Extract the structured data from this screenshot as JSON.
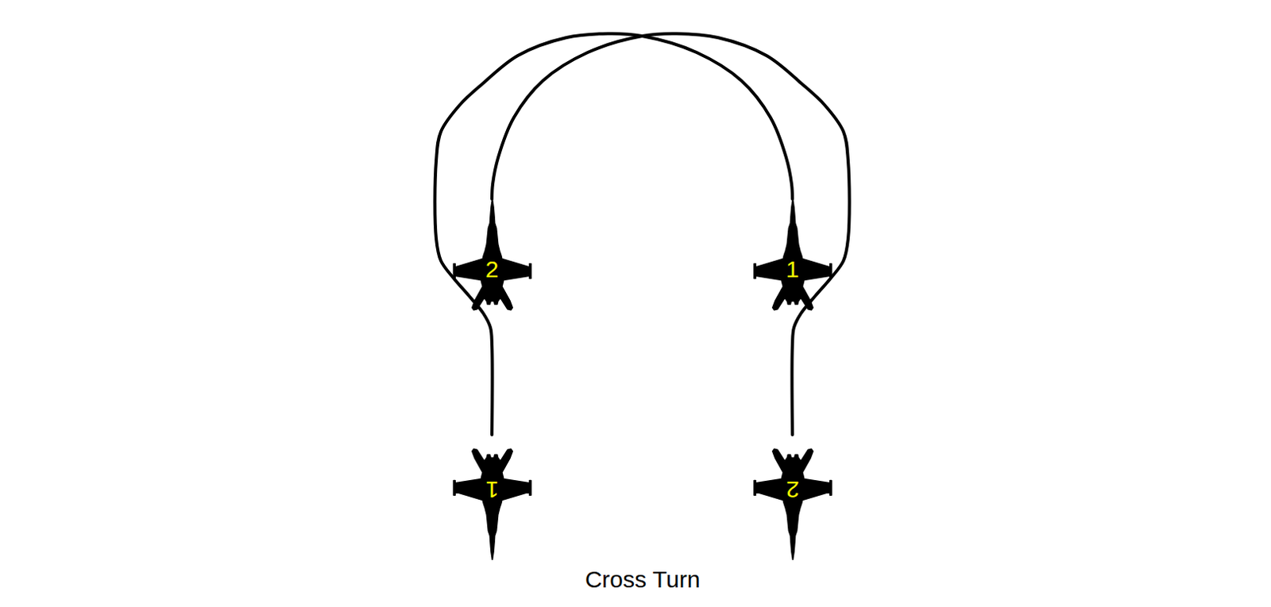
{
  "diagram": {
    "caption": "Cross Turn",
    "nodes": [
      {
        "text": [
          "2"
        ]
      },
      {
        "text": [
          "1"
        ]
      },
      {
        "text": [
          "1"
        ]
      },
      {
        "text": [
          "2"
        ]
      }
    ],
    "edges": [
      {
        "from": 2,
        "to": 1,
        "arrow": "none"
      },
      {
        "from": 3,
        "to": 0,
        "arrow": "none"
      }
    ]
  }
}
